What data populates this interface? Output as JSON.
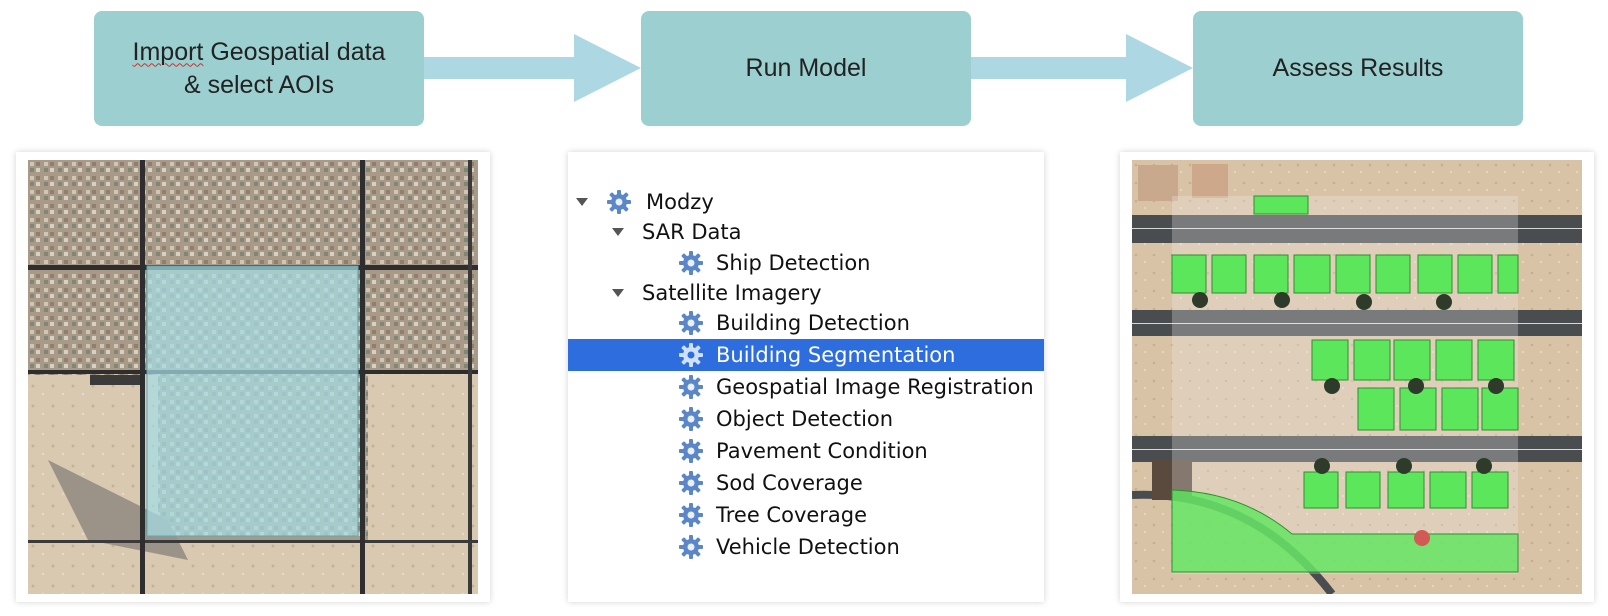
{
  "workflow": {
    "steps": [
      {
        "line1_a": "Import",
        "line1_b": " Geospatial data",
        "line2": "& select AOIs"
      },
      {
        "label": "Run Model"
      },
      {
        "label": "Assess Results"
      }
    ]
  },
  "tree": {
    "root": "Modzy",
    "groups": [
      {
        "label": "SAR Data",
        "items": [
          "Ship Detection"
        ]
      },
      {
        "label": "Satellite Imagery",
        "items": [
          "Building Detection",
          "Building Segmentation",
          "Geospatial Image Registration",
          "Object Detection",
          "Pavement Condition",
          "Sod Coverage",
          "Tree Coverage",
          "Vehicle Detection"
        ]
      }
    ],
    "selected": "Building Segmentation"
  },
  "colors": {
    "step_fill": "#9ccfcf",
    "arrow": "#add8e3",
    "selection": "#2e6ddd",
    "aoi_overlay": "#a6dde6",
    "segmentation_mask": "#5ce65c"
  },
  "icons": {
    "model": "gear-icon",
    "expand": "triangle-down-icon"
  }
}
